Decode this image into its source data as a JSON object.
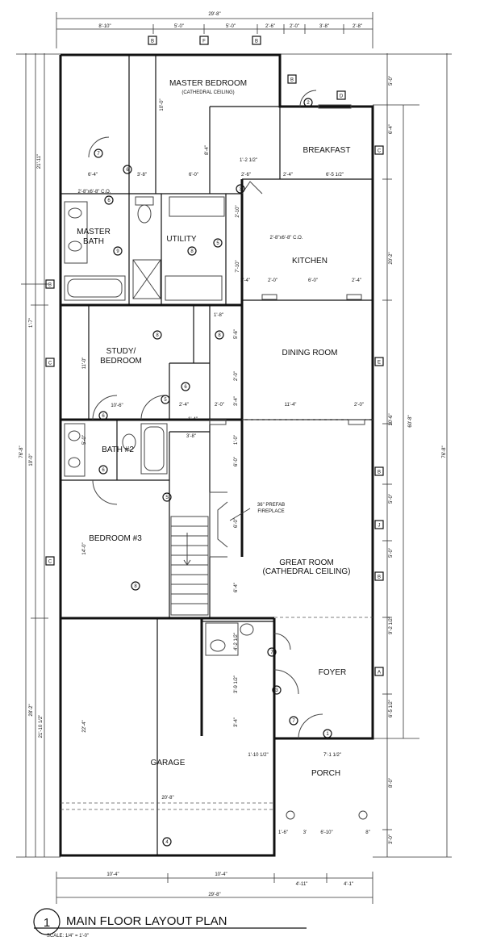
{
  "rooms": {
    "master_bedroom": "MASTER BEDROOM",
    "master_bedroom_sub": "(CATHEDRAL CEILING)",
    "breakfast": "BREAKFAST",
    "master_bath_1": "MASTER",
    "master_bath_2": "BATH",
    "utility": "UTILITY",
    "kitchen": "KITCHEN",
    "study_1": "STUDY/",
    "study_2": "BEDROOM",
    "dining": "DINING ROOM",
    "bath2": "BATH #2",
    "bedroom3": "BEDROOM #3",
    "great_room": "GREAT ROOM",
    "great_room_sub": "(CATHEDRAL CEILING)",
    "fireplace_1": "36\" PREFAB",
    "fireplace_2": "FIREPLACE",
    "foyer": "FOYER",
    "garage": "GARAGE",
    "porch": "PORCH"
  },
  "dimensions": {
    "overall_top": "29'-8\"",
    "top_1": "8'-10\"",
    "top_2": "5'-0\"",
    "top_3": "5'-0\"",
    "top_4": "2'-6\"",
    "top_5": "2'-0\"",
    "top_6": "3'-8\"",
    "top_7": "2'-8\"",
    "left_outer": "76'-8\"",
    "left_a": "21'-11\"",
    "left_b": "1'-7\"",
    "left_c": "19'-0\"",
    "left_d": "28'-2\"",
    "left_e": "21'-10 1/2\"",
    "right_outer": "76'-8\"",
    "right_mid": "60'-8\"",
    "r_1": "5'-0\"",
    "r_2": "6'-4\"",
    "r_3": "20'-2\"",
    "r_4": "10'-6\"",
    "r_5": "5'-0\"",
    "r_6": "5'-0\"",
    "r_7": "9'-2 1/2\"",
    "r_8": "6'-5 1/2\"",
    "r_9": "8'-0\"",
    "r_10": "3'-0\"",
    "mb_w1": "6'-4\"",
    "mb_w2": "3'-8\"",
    "mb_w3": "6'-0\"",
    "mb_h": "10'-0\"",
    "mb_h2": "8'-4\"",
    "bk_1": "2'-4\"",
    "bk_2": "6'-5 1/2\"",
    "bk_3": "1'-2 1/2\"",
    "bk_4": "2'-6\"",
    "co_1": "2'-8\"x6'-8\" C.O.",
    "co_2": "2'-8\"x6'-8\" C.O.",
    "k_1": "3'-4\"",
    "k_2": "2'-0\"",
    "k_3": "6'-0\"",
    "k_4": "2'-4\"",
    "k_h1": "2'-10\"",
    "k_h2": "7'-10\"",
    "st_h": "11'-0\"",
    "st_w": "10'-6\"",
    "d_1": "1'-8\"",
    "d_2": "5'-6\"",
    "d_3": "2'-0\"",
    "d_4": "2'-4\"",
    "d_5": "2'-0\"",
    "d_6": "11'-4\"",
    "d_7": "2'-0\"",
    "d_8": "1'-4\"",
    "d_9": "3'-4\"",
    "d_10": "3'-8\"",
    "b2_h1": "5'-0\"",
    "b2_h2": "1'-0\"",
    "b2_h3": "6'-0\"",
    "b3_h": "14'-0\"",
    "gr_h1": "6'-0\"",
    "gr_h2": "6'-4\"",
    "fy_1": "4'-2 1/2\"",
    "fy_2": "3'-9 1/2\"",
    "fy_3": "3'-4\"",
    "g_h": "22'-4\"",
    "g_w": "20'-8\"",
    "p_1": "1'-10 1/2\"",
    "p_2": "7'-1 1/2\"",
    "p_3": "1'-6\"",
    "p_4": "3'",
    "p_5": "6'-10\"",
    "p_6": "8\"",
    "bot_1": "10'-4\"",
    "bot_2": "10'-4\"",
    "bot_3": "4'-11\"",
    "bot_4": "4'-1\"",
    "overall_bottom": "29'-8\""
  },
  "tags": {
    "window_b": "B",
    "window_c": "C",
    "window_d": "D",
    "window_e": "E",
    "window_f": "F",
    "window_j": "J",
    "window_a": "A",
    "door_1": "1",
    "door_2": "2",
    "door_3": "3",
    "door_4": "4",
    "door_5": "5",
    "door_6": "6",
    "door_7": "7",
    "door_8": "8",
    "door_9": "9"
  },
  "title": {
    "number": "1",
    "text": "MAIN FLOOR LAYOUT PLAN",
    "scale": "SCALE: 1/4\" = 1'-0\""
  }
}
